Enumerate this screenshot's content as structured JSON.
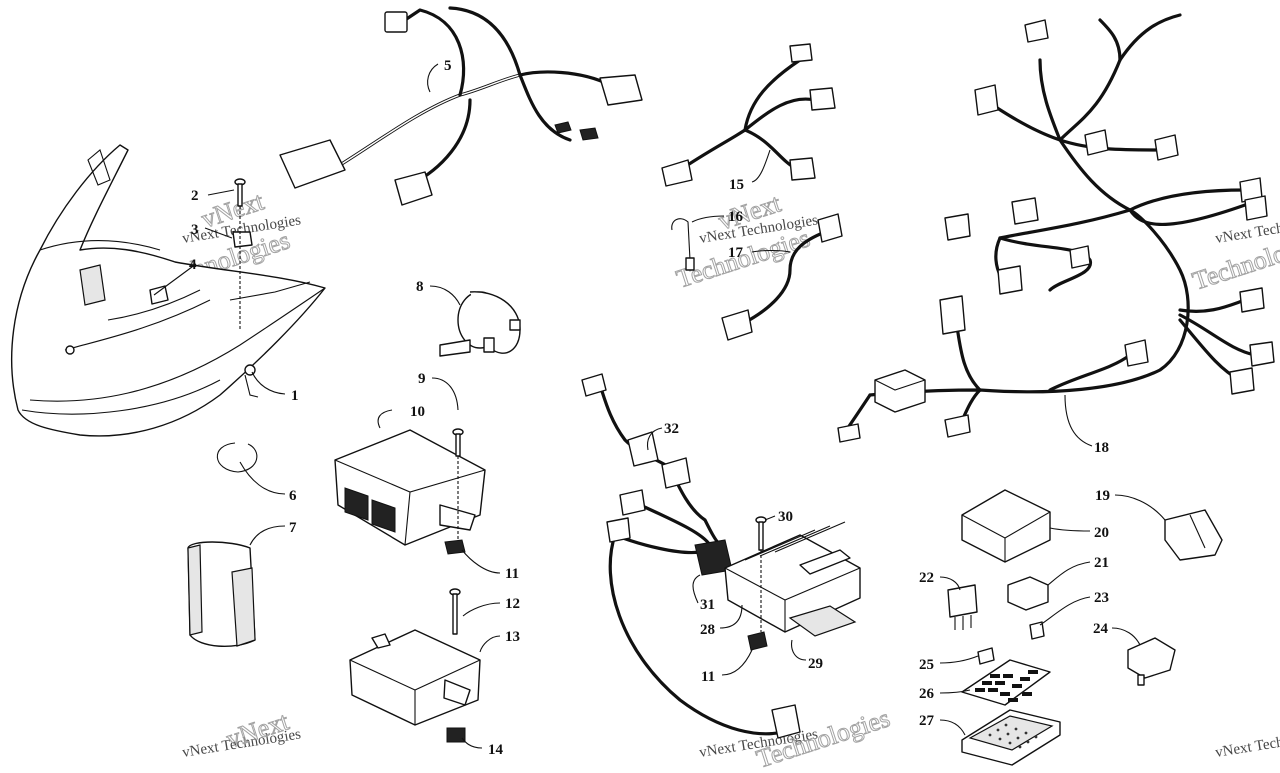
{
  "watermark": {
    "text_small": "vNext Technologies",
    "text_large_1": "vNext",
    "text_large_2": "Technologies"
  },
  "callouts": [
    {
      "id": "c1",
      "label": "1"
    },
    {
      "id": "c2",
      "label": "2"
    },
    {
      "id": "c3",
      "label": "3"
    },
    {
      "id": "c4",
      "label": "4"
    },
    {
      "id": "c5",
      "label": "5"
    },
    {
      "id": "c6",
      "label": "6"
    },
    {
      "id": "c7",
      "label": "7"
    },
    {
      "id": "c8",
      "label": "8"
    },
    {
      "id": "c9",
      "label": "9"
    },
    {
      "id": "c10",
      "label": "10"
    },
    {
      "id": "c11a",
      "label": "11"
    },
    {
      "id": "c11b",
      "label": "11"
    },
    {
      "id": "c12",
      "label": "12"
    },
    {
      "id": "c13",
      "label": "13"
    },
    {
      "id": "c14",
      "label": "14"
    },
    {
      "id": "c15",
      "label": "15"
    },
    {
      "id": "c16",
      "label": "16"
    },
    {
      "id": "c17",
      "label": "17"
    },
    {
      "id": "c18",
      "label": "18"
    },
    {
      "id": "c19",
      "label": "19"
    },
    {
      "id": "c20",
      "label": "20"
    },
    {
      "id": "c21",
      "label": "21"
    },
    {
      "id": "c22",
      "label": "22"
    },
    {
      "id": "c23",
      "label": "23"
    },
    {
      "id": "c24",
      "label": "24"
    },
    {
      "id": "c25",
      "label": "25"
    },
    {
      "id": "c26",
      "label": "26"
    },
    {
      "id": "c27",
      "label": "27"
    },
    {
      "id": "c28",
      "label": "28"
    },
    {
      "id": "c29",
      "label": "29"
    },
    {
      "id": "c30",
      "label": "30"
    },
    {
      "id": "c31",
      "label": "31"
    },
    {
      "id": "c32",
      "label": "32"
    }
  ]
}
